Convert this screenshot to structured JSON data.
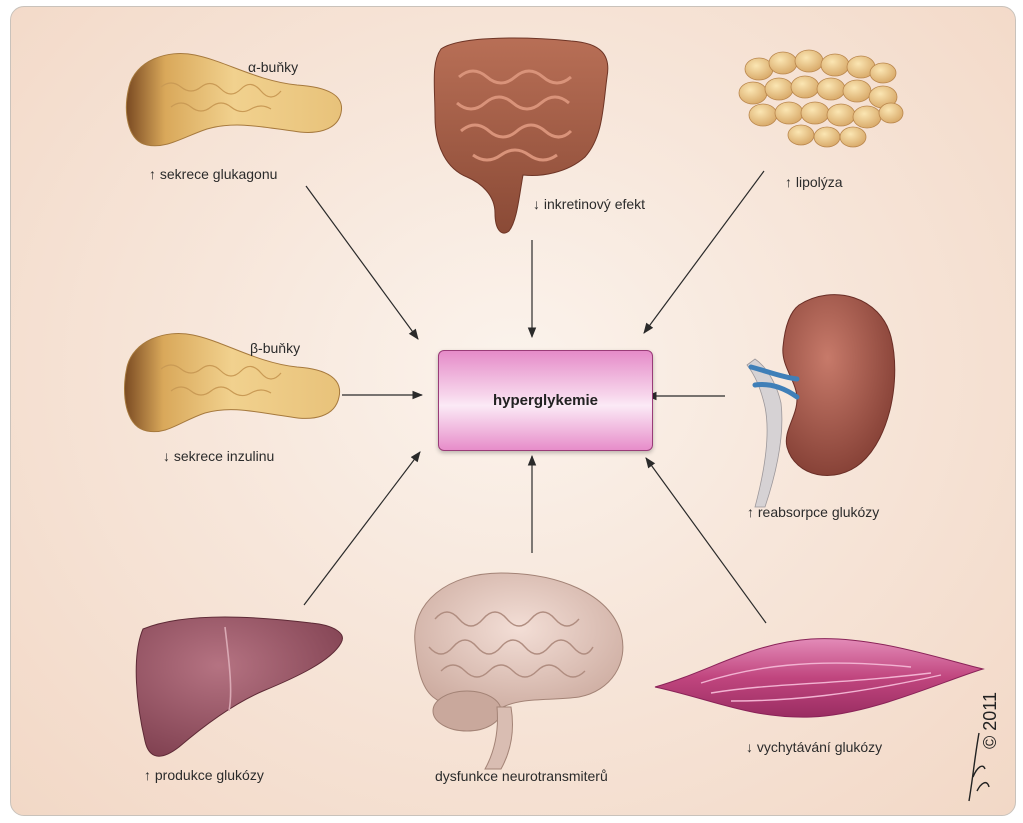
{
  "center": {
    "label": "hyperglykemie"
  },
  "organs": {
    "alpha_cells": {
      "title": "α-buňky",
      "label": "↑ sekrece glukagonu"
    },
    "beta_cells": {
      "title": "β-buňky",
      "label": "↓ sekrece inzulinu"
    },
    "intestine": {
      "label": "↓ inkretinový efekt"
    },
    "fat": {
      "label": "↑ lipolýza"
    },
    "kidney": {
      "label": "↑ reabsorpce glukózy"
    },
    "liver": {
      "label": "↑ produkce glukózy"
    },
    "brain": {
      "label": "dysfunkce neurotransmiterů"
    },
    "muscle": {
      "label": "↓ vychytávání glukózy"
    }
  },
  "copyright": "© 2011",
  "colors": {
    "background": "#f5dfd0",
    "center_box": "#f2b8de",
    "center_border": "#9a3c78",
    "arrow": "#2a2a2a"
  }
}
